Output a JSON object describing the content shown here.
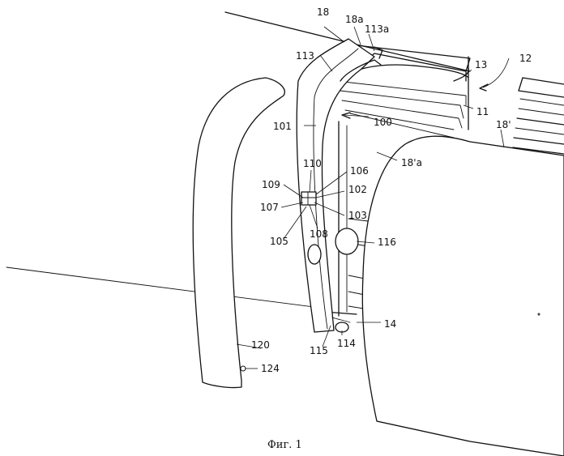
{
  "labels": {
    "l18": "18",
    "l18a": "18a",
    "l113a": "113a",
    "l113": "113",
    "l13": "13",
    "l12": "12",
    "l11": "11",
    "l100": "100",
    "l101": "101",
    "l18p": "18'",
    "l18pa": "18'a",
    "l110": "110",
    "l106": "106",
    "l109": "109",
    "l102": "102",
    "l107": "107",
    "l103": "103",
    "l105": "105",
    "l108": "108",
    "l116": "116",
    "l120": "120",
    "l124": "124",
    "l115": "115",
    "l114": "114",
    "l14": "14"
  },
  "caption": "Фиг. 1"
}
